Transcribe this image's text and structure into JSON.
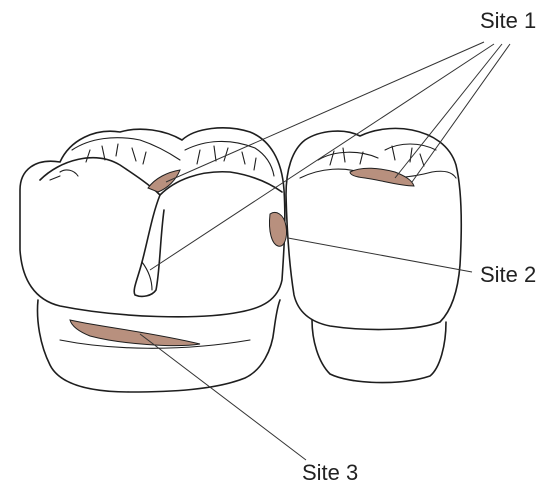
{
  "labels": {
    "site1": "Site 1",
    "site2": "Site 2",
    "site3": "Site 3"
  },
  "colors": {
    "lesion": "#b8907e",
    "line": "#1e1e1e",
    "background": "#ffffff"
  }
}
